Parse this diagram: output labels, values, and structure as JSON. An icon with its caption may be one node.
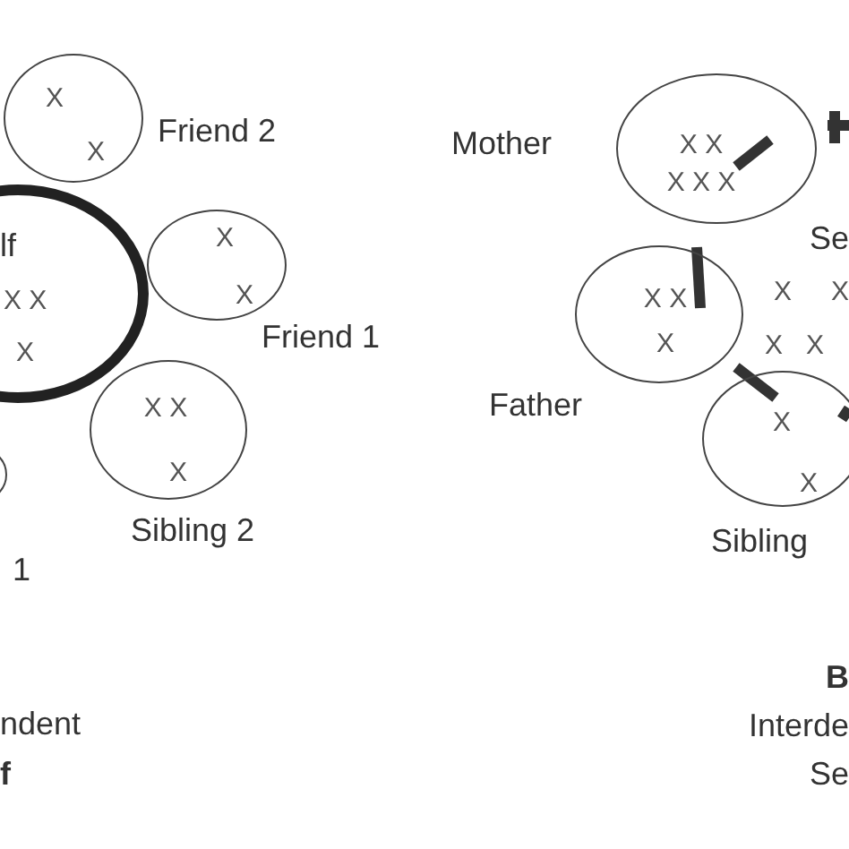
{
  "diagram": {
    "nodes": [
      {
        "text": [
          "lf",
          "X X",
          "X"
        ]
      },
      {
        "text": [
          "X",
          "X"
        ],
        "beside": [
          "Friend 2"
        ]
      },
      {
        "text": [
          "X",
          "X"
        ],
        "beside": [
          "Friend 1"
        ]
      },
      {
        "text": [
          "X X",
          "X"
        ],
        "beside": [
          "Sibling 2"
        ]
      },
      {
        "text": [],
        "shape": "circle",
        "beside": [
          "1"
        ]
      },
      {
        "text": [
          "X X",
          "X X X"
        ],
        "beside": [
          "Mother"
        ]
      },
      {
        "text": [
          "X X",
          "X"
        ],
        "beside": [
          "Father"
        ]
      },
      {
        "text": [
          "X",
          "X"
        ],
        "beside": [
          "Sibling"
        ]
      }
    ],
    "labels": [
      "Se",
      "X",
      "X",
      "X",
      "X",
      "ndent",
      "f",
      "B",
      "Interde",
      "Se"
    ]
  }
}
